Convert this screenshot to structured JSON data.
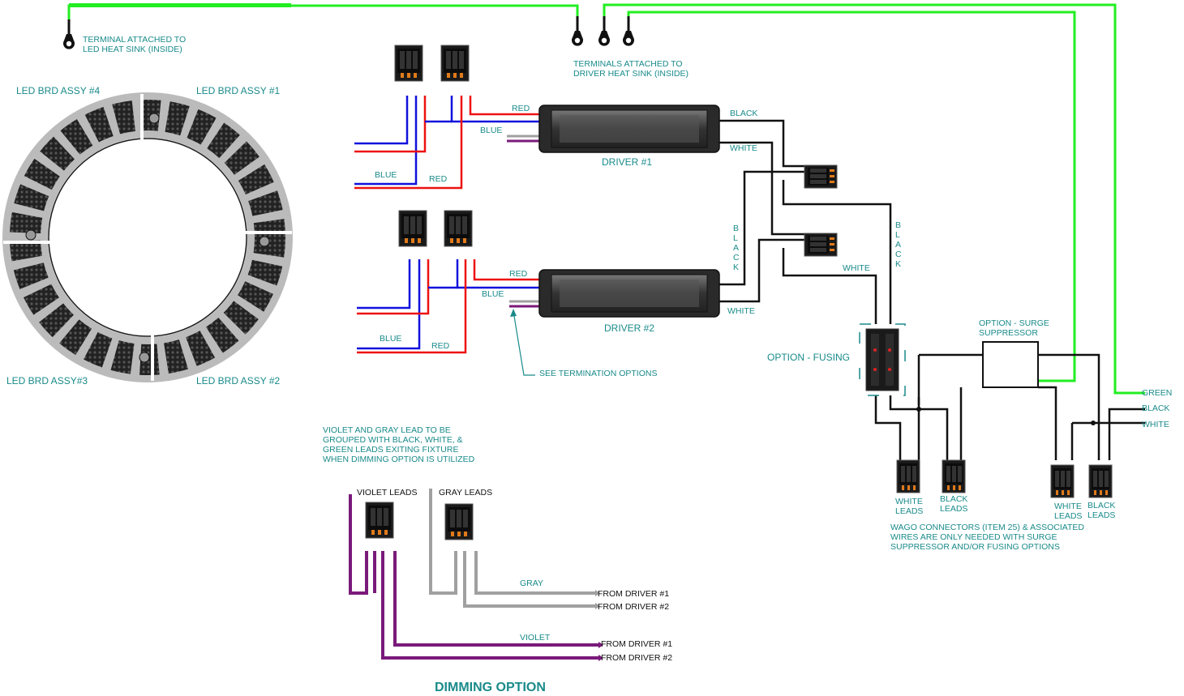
{
  "colors": {
    "label": "#1a8a8a",
    "ground_wire": "#22ee22",
    "red_wire": "#ee1111",
    "blue_wire": "#1111dd",
    "violet_wire": "#7a1a7a",
    "gray_wire": "#a0a0a0",
    "black_wire": "#111111"
  },
  "terminals": {
    "led_heat_sink": [
      "TERMINAL ATTACHED TO",
      "LED HEAT SINK (INSIDE)"
    ],
    "driver_heat_sink": [
      "TERMINALS ATTACHED TO",
      "DRIVER HEAT SINK (INSIDE)"
    ]
  },
  "led_boards": {
    "assy1": "LED BRD ASSY #1",
    "assy2": "LED BRD ASSY #2",
    "assy3": "LED BRD ASSY#3",
    "assy4": "LED BRD ASSY #4"
  },
  "drivers": {
    "driver1": {
      "label": "DRIVER #1",
      "in_red": "RED",
      "in_blue": "BLUE",
      "out_black": "BLACK",
      "out_white": "WHITE",
      "feed_blue": "BLUE",
      "feed_red": "RED"
    },
    "driver2": {
      "label": "DRIVER #2",
      "in_red": "RED",
      "in_blue": "BLUE",
      "out_white": "WHITE",
      "feed_blue": "BLUE",
      "feed_red": "RED",
      "termination_note": "SEE TERMINATION OPTIONS"
    }
  },
  "vertical_labels": {
    "black_left": "BLACK",
    "black_right": "BLACK"
  },
  "wire_labels": {
    "white_mid": "WHITE"
  },
  "options": {
    "fusing": "OPTION - FUSING",
    "surge": [
      "OPTION - SURGE",
      "SUPPRESSOR"
    ]
  },
  "leads_out": {
    "green": "GREEN",
    "black": "BLACK",
    "white": "WHITE"
  },
  "wago": {
    "c1": [
      "WHITE",
      "LEADS"
    ],
    "c2": [
      "BLACK",
      "LEADS"
    ],
    "c3": [
      "WHITE",
      "LEADS"
    ],
    "c4": [
      "BLACK",
      "LEADS"
    ],
    "note": [
      "WAGO CONNECTORS (ITEM 25) & ASSOCIATED",
      "WIRES ARE ONLY NEEDED WITH SURGE",
      "SUPPRESSOR AND/OR FUSING OPTIONS"
    ]
  },
  "dimming": {
    "note": [
      "VIOLET AND GRAY LEAD TO BE",
      "GROUPED WITH BLACK, WHITE, &",
      "GREEN LEADS EXITING FIXTURE",
      "WHEN DIMMING OPTION IS UTILIZED"
    ],
    "violet_leads": "VIOLET LEADS",
    "gray_leads": "GRAY LEADS",
    "gray_wire_label": "GRAY",
    "violet_wire_label": "VIOLET",
    "gray_from_1": "FROM DRIVER #1",
    "gray_from_2": "FROM DRIVER #2",
    "violet_from_1": "FROM DRIVER #1",
    "violet_from_2": "FROM DRIVER #2",
    "title": "DIMMING OPTION"
  }
}
